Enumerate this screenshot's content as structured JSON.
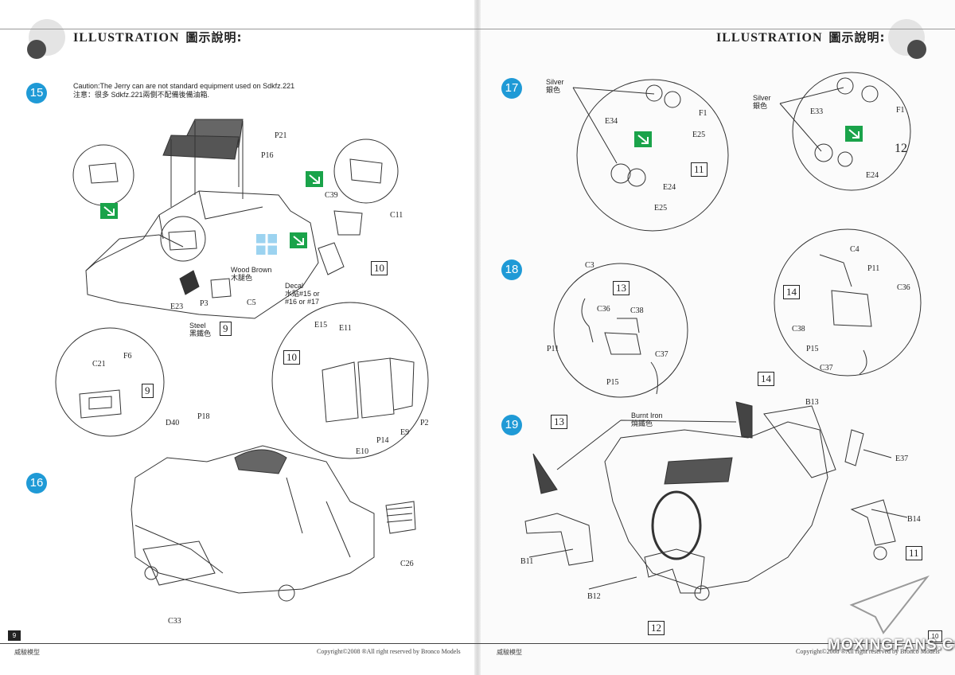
{
  "header": {
    "title": "ILLUSTRATION",
    "title_cn": "圖示說明:"
  },
  "left_page": {
    "steps": [
      {
        "num": "15"
      },
      {
        "num": "16"
      }
    ],
    "caution_en": "Caution:The Jerry can are not standard equipment used on Sdkfz.221",
    "caution_cn": "注意：很多 Sdkfz.221兩側不配備後備油箱.",
    "labels": {
      "P21": "P21",
      "P16": "P16",
      "C39": "C39",
      "C11": "C11",
      "E23": "E23",
      "P3": "P3",
      "C5": "C5",
      "wood_brown_en": "Wood Brown",
      "wood_brown_cn": "木腿色",
      "decal_en": "Decal",
      "decal_cn": "水貼#15 or",
      "decal_cn2": "#16 or #17",
      "steel_en": "Steel",
      "steel_cn": "黑鐵色",
      "C21": "C21",
      "F6": "F6",
      "E15": "E15",
      "E11": "E11",
      "E9": "E9",
      "P14": "P14",
      "E10": "E10",
      "P2": "P2",
      "D40": "D40",
      "P18": "P18",
      "C26": "C26",
      "C33": "C33"
    },
    "sub_refs": {
      "ref10_a": "10",
      "ref9_a": "9",
      "ref9_b": "9",
      "ref10_b": "10"
    },
    "footer_cn": "威駿模型",
    "footer_copy": "Copyright©2008 ®All right reserved by Bronco Models",
    "page_number": "9"
  },
  "right_page": {
    "steps": [
      {
        "num": "17"
      },
      {
        "num": "18"
      },
      {
        "num": "19"
      }
    ],
    "labels": {
      "silver1_en": "Silver",
      "silver1_cn": "銀色",
      "silver2_en": "Silver",
      "silver2_cn": "銀色",
      "E34": "E34",
      "F1a": "F1",
      "E25a": "E25",
      "E24a": "E24",
      "E25b": "E25",
      "E33": "E33",
      "F1b": "F1",
      "E24b": "E24",
      "C3": "C3",
      "C36a": "C36",
      "C38a": "C38",
      "P11a": "P11",
      "C37a": "C37",
      "P15a": "P15",
      "C4": "C4",
      "P11b": "P11",
      "C36b": "C36",
      "C38b": "C38",
      "P15b": "P15",
      "C37b": "C37",
      "burnt_en": "Burnt Iron",
      "burnt_cn": "燒鐵色",
      "B13": "B13",
      "E37": "E37",
      "B14": "B14",
      "B11": "B11",
      "B12": "B12"
    },
    "sub_refs": {
      "ref11_a": "11",
      "ref12_a": "12",
      "ref13_a": "13",
      "ref14_a": "14",
      "ref13_b": "13",
      "ref14_b": "14",
      "ref11_b": "11",
      "ref12_b": "12"
    },
    "footer_cn": "威駿模型",
    "footer_copy": "Copyright©2008 ®All right reserved by Bronco Models",
    "page_number": "10",
    "watermark": "MOXINGFANS.COM"
  },
  "colors": {
    "step_blue": "#1f9ad6",
    "arrow_green": "#1aa34a",
    "decal_blue": "#9cd3f0"
  }
}
